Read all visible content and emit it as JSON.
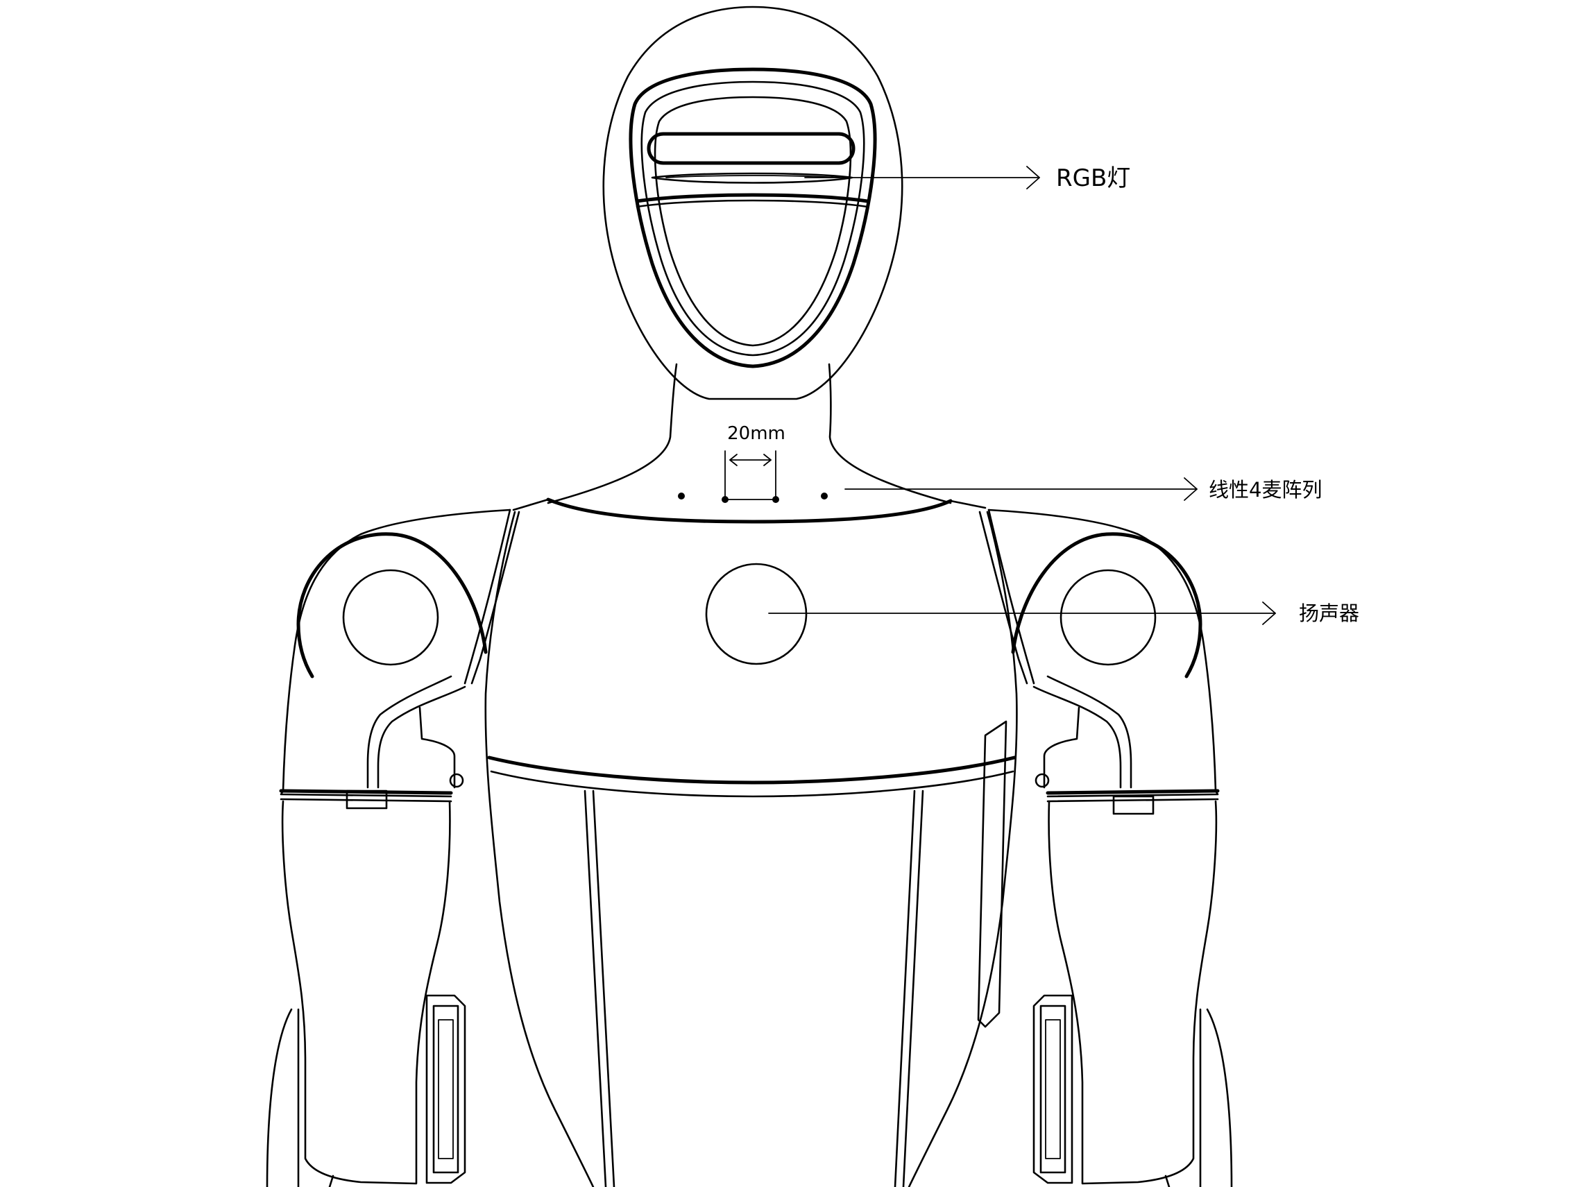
{
  "diagram": {
    "labels": {
      "rgb_light": "RGB灯",
      "mic_array": "线性4麦阵列",
      "speaker": "扬声器",
      "mic_spacing": "20mm"
    }
  }
}
